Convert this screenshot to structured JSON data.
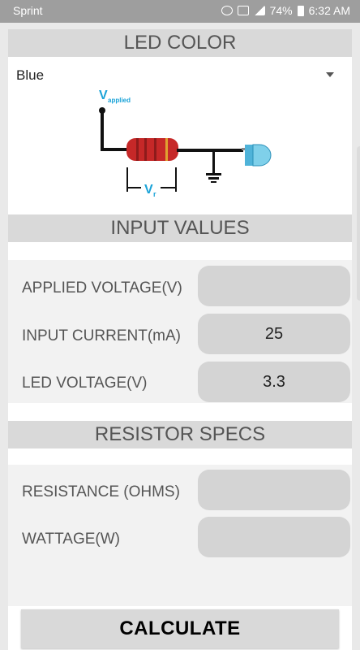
{
  "status_bar": {
    "carrier": "Sprint",
    "battery": "74%",
    "time": "6:32 AM",
    "icons": [
      "mute-icon",
      "lte-icon",
      "signal-icon",
      "battery-icon"
    ]
  },
  "led_color": {
    "title": "LED COLOR",
    "selected": "Blue"
  },
  "diagram": {
    "applied_label_v": "V",
    "applied_label_sub": "applied",
    "resistor_label_v": "V",
    "resistor_label_sub": "r"
  },
  "input_values": {
    "title": "INPUT VALUES",
    "rows": [
      {
        "label": "APPLIED VOLTAGE(V)",
        "value": ""
      },
      {
        "label": "INPUT CURRENT(mA)",
        "value": "25"
      },
      {
        "label": "LED VOLTAGE(V)",
        "value": "3.3"
      }
    ]
  },
  "resistor_specs": {
    "title": "RESISTOR SPECS",
    "rows": [
      {
        "label": "RESISTANCE (OHMS)",
        "value": ""
      },
      {
        "label": "WATTAGE(W)",
        "value": ""
      }
    ]
  },
  "calculate_label": "CALCULATE",
  "colors": {
    "header_bg": "#d9d9d9",
    "field_bg": "#d4d4d4",
    "diagram_cyan": "#1aa3d8",
    "resistor_red": "#c62828"
  }
}
